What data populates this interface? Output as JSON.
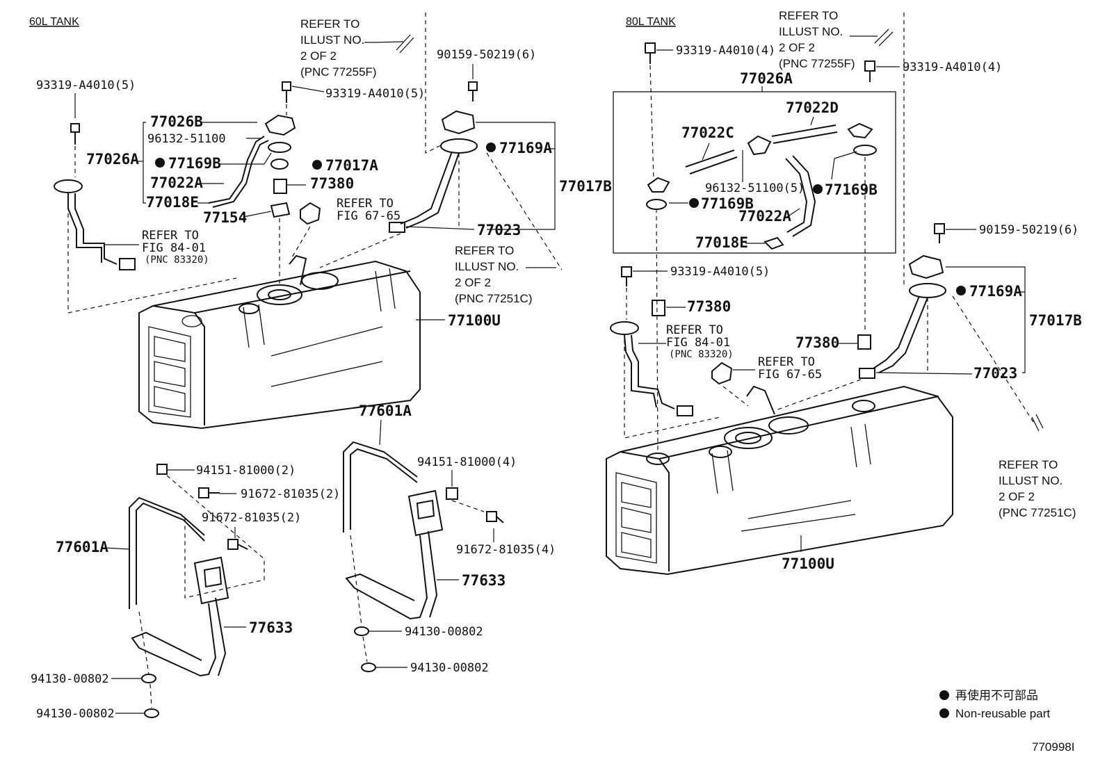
{
  "left": {
    "heading": "60L TANK",
    "refer_illust_top": [
      "REFER TO",
      "ILLUST NO.",
      "2 OF 2",
      "(PNC 77255F)"
    ],
    "refer_illust_mid": [
      "REFER TO",
      "ILLUST NO.",
      "2 OF 2",
      "(PNC 77251C)"
    ],
    "refer_fig_8401": [
      "REFER TO",
      "FIG 84-01",
      "(PNC 83320)"
    ],
    "refer_fig_6765": [
      "REFER TO",
      "FIG 67-65"
    ],
    "parts": {
      "p93319_left": "93319-A4010(5)",
      "p93319_mid": "93319-A4010(5)",
      "p90159": "90159-50219(6)",
      "p77026b": "77026B",
      "p96132": "96132-51100",
      "p77026a": "77026A",
      "p77169b": "77169B",
      "p77022a": "77022A",
      "p77018e": "77018E",
      "p77017a": "77017A",
      "p77380": "77380",
      "p77154": "77154",
      "p77169a": "77169A",
      "p77017b": "77017B",
      "p77023": "77023",
      "p77100u": "77100U",
      "p94151_a": "94151-81000(2)",
      "p91672_a": "91672-81035(2)",
      "p91672_b": "91672-81035(2)",
      "p77601a_a": "77601A",
      "p77633_a": "77633",
      "p94130_a": "94130-00802",
      "p94130_b": "94130-00802",
      "p77601a_b": "77601A",
      "p94151_b": "94151-81000(4)",
      "p91672_c": "91672-81035(4)",
      "p77633_b": "77633",
      "p94130_c": "94130-00802",
      "p94130_d": "94130-00802"
    }
  },
  "right": {
    "heading": "80L TANK",
    "refer_illust_top": [
      "REFER TO",
      "ILLUST NO.",
      "2 OF 2",
      "(PNC 77255F)"
    ],
    "refer_illust_bottom": [
      "REFER TO",
      "ILLUST NO.",
      "2 OF 2",
      "(PNC 77251C)"
    ],
    "refer_fig_8401": [
      "REFER TO",
      "FIG 84-01",
      "(PNC 83320)"
    ],
    "refer_fig_6765": [
      "REFER TO",
      "FIG 67-65"
    ],
    "parts": {
      "p93319_a": "93319-A4010(4)",
      "p93319_b": "93319-A4010(4)",
      "p77026a": "77026A",
      "p77022d": "77022D",
      "p77022c": "77022C",
      "p96132": "96132-51100(5)",
      "p77169b_a": "77169B",
      "p77169b_b": "77169B",
      "p77022a": "77022A",
      "p77018e": "77018E",
      "p90159": "90159-50219(6)",
      "p93319_c": "93319-A4010(5)",
      "p77380_a": "77380",
      "p77169a": "77169A",
      "p77017b": "77017B",
      "p77380_b": "77380",
      "p77023": "77023",
      "p77100u": "77100U"
    }
  },
  "legend": {
    "japanese": "再使用不可部品",
    "english": "Non-reusable part"
  },
  "figure_id": "770998I"
}
